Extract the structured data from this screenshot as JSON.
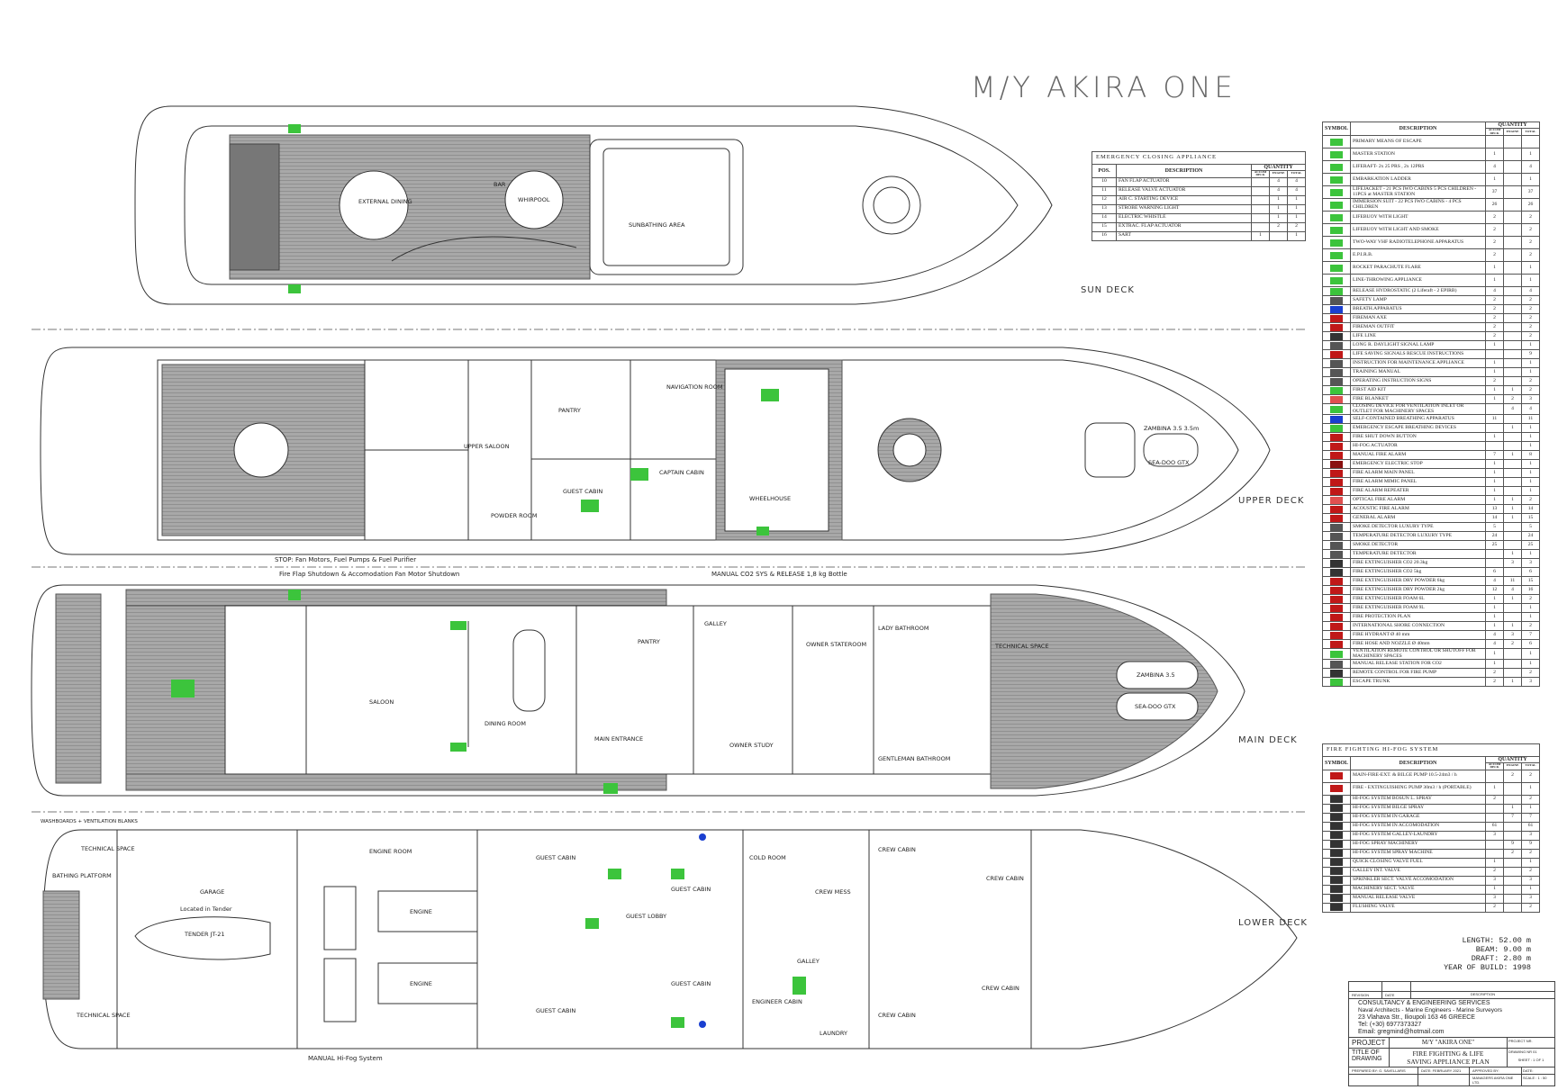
{
  "title": "M/Y AKIRA ONE",
  "decks": {
    "sun": {
      "label": "SUN DECK",
      "rooms": [
        "EXTERNAL DINING",
        "BAR",
        "WHIRPOOL",
        "SUNBATHING AREA"
      ]
    },
    "upper": {
      "label": "UPPER DECK",
      "rooms": [
        "UPPER SALOON",
        "PANTRY",
        "NAVIGATION ROOM",
        "POWDER ROOM",
        "GUEST CABIN",
        "CAPTAIN CABIN",
        "WHEELHOUSE",
        "ZAMBINA 3.5 3.5m",
        "SEA-DOO GTX"
      ]
    },
    "main": {
      "label": "MAIN DECK",
      "rooms": [
        "SALOON",
        "DINING ROOM",
        "GALLEY",
        "PANTRY",
        "MAIN ENTRANCE",
        "OWNER STATEROOM",
        "LADY BATHROOM",
        "OWNER STUDY",
        "GENTLEMAN BATHROOM",
        "TECHNICAL SPACE",
        "ZAMBINA 3.5",
        "SEA-DOO GTX"
      ]
    },
    "lower": {
      "label": "LOWER DECK",
      "rooms": [
        "TECHNICAL SPACE",
        "BATHING PLATFORM",
        "GARAGE",
        "TENDER JT-21",
        "Located in Tender",
        "ENGINE ROOM",
        "ENGINE",
        "ENGINE",
        "GUEST CABIN",
        "GUEST LOBBY",
        "GUEST CABIN",
        "GUEST CABIN",
        "GUEST CABIN",
        "COLD ROOM",
        "CREW MESS",
        "CREW CABIN",
        "CREW CABIN",
        "CREW CABIN",
        "CREW CABIN",
        "GALLEY",
        "ENGINEER CABIN",
        "LAUNDRY",
        "TECHNICAL SPACE"
      ]
    }
  },
  "notes": {
    "stop_1": "STOP: Fan Motors, Fuel Pumps & Fuel Purifier",
    "stop_2": "Fire Flap Shutdown & Accomodation Fan Motor Shutdown",
    "co2": "MANUAL CO2 SYS & RELEASE 1,8 kg Bottle",
    "hifog": "MANUAL Hi-Fog System",
    "washboards": "WASHBOARDS + VENTILATION BLANKS"
  },
  "emergency_closing": {
    "title": "EMERGENCY CLOSING APPLIANCE",
    "headers": {
      "pos": "POS.",
      "description": "DESCRIPTION",
      "quantity": "QUANTITY",
      "accom": "ACCOM DECK",
      "engine": "ENGINE",
      "total": "TOTAL"
    },
    "rows": [
      {
        "pos": "10",
        "desc": "FAN FLAP ACTUATOR",
        "accom": "",
        "engine": "4",
        "total": "4"
      },
      {
        "pos": "11",
        "desc": "RELEASE VALVE ACTUATOR",
        "accom": "",
        "engine": "4",
        "total": "4"
      },
      {
        "pos": "12",
        "desc": "AIR C. STARTING DEVICE",
        "accom": "",
        "engine": "1",
        "total": "1"
      },
      {
        "pos": "13",
        "desc": "STROBE WARNING LIGHT",
        "accom": "",
        "engine": "1",
        "total": "1"
      },
      {
        "pos": "14",
        "desc": "ELECTRIC WHISTLE",
        "accom": "",
        "engine": "1",
        "total": "1"
      },
      {
        "pos": "15",
        "desc": "EXTRAC. FLAP ACTUATOR",
        "accom": "",
        "engine": "2",
        "total": "2"
      },
      {
        "pos": "16",
        "desc": "SART",
        "accom": "1",
        "engine": "",
        "total": "1"
      }
    ]
  },
  "legend": {
    "headers": {
      "symbol": "SYMBOL",
      "description": "DESCRIPTION",
      "quantity": "QUANTITY",
      "accom": "ACCOM DECK",
      "engine": "ENGINE",
      "total": "TOTAL"
    },
    "rows": [
      {
        "icon": "escape-arrow-icon",
        "color": "#3cc43c",
        "desc": "PRIMARY MEANS OF ESCAPE",
        "accom": "",
        "engine": "",
        "total": ""
      },
      {
        "icon": "master-station-icon",
        "color": "#3cc43c",
        "desc": "MASTER STATION",
        "accom": "1",
        "engine": "",
        "total": "1"
      },
      {
        "icon": "liferaft-icon",
        "color": "#3cc43c",
        "desc": "LIFERAFT- 2x 25 PRS , 2x 12PRS",
        "accom": "4",
        "engine": "",
        "total": "4"
      },
      {
        "icon": "embarkation-ladder-icon",
        "color": "#3cc43c",
        "desc": "EMBARKATION LADDER",
        "accom": "1",
        "engine": "",
        "total": "1"
      },
      {
        "icon": "lifejacket-icon",
        "color": "#3cc43c",
        "desc": "LIFEJACKET - 21 PCS IWO CABINS 5 PCS CHILDREN - 11PCS at MASTER STATION",
        "accom": "37",
        "engine": "",
        "total": "37"
      },
      {
        "icon": "immersion-suit-icon",
        "color": "#3cc43c",
        "desc": "IMMERSION SUIT - 22 PCS IWO CABINS - 4 PCS CHILDREN",
        "accom": "26",
        "engine": "",
        "total": "26"
      },
      {
        "icon": "lifebuoy-light-icon",
        "color": "#3cc43c",
        "desc": "LIFEBUOY WITH LIGHT",
        "accom": "2",
        "engine": "",
        "total": "2"
      },
      {
        "icon": "lifebuoy-smoke-icon",
        "color": "#3cc43c",
        "desc": "LIFEBUOY WITH LIGHT AND SMOKE",
        "accom": "2",
        "engine": "",
        "total": "2"
      },
      {
        "icon": "vhf-radio-icon",
        "color": "#3cc43c",
        "desc": "TWO-WAY VHF RADIOTELEPHONE APPARATUS",
        "accom": "2",
        "engine": "",
        "total": "2"
      },
      {
        "icon": "epirb-icon",
        "color": "#3cc43c",
        "desc": "E.P.I.R.B.",
        "accom": "2",
        "engine": "",
        "total": "2"
      },
      {
        "icon": "rocket-flare-icon",
        "color": "#3cc43c",
        "desc": "ROCKET PARACHUTE FLARE",
        "accom": "1",
        "engine": "",
        "total": "1"
      },
      {
        "icon": "line-throwing-icon",
        "color": "#3cc43c",
        "desc": "LINE-THROWING APPLIANCE",
        "accom": "1",
        "engine": "",
        "total": "1"
      },
      {
        "icon": "release-hydrostatic-icon",
        "color": "#3cc43c",
        "desc": "RELEASE HYDROSTATIC (2 Liferaft - 2 EPIRB)",
        "accom": "4",
        "engine": "",
        "total": "4"
      },
      {
        "icon": "safety-lamp-icon",
        "color": "#555555",
        "desc": "SAFETY LAMP",
        "accom": "2",
        "engine": "",
        "total": "2"
      },
      {
        "icon": "breathing-apparatus-icon",
        "color": "#1a3fd0",
        "desc": "BREATH.APPARATUS",
        "accom": "2",
        "engine": "",
        "total": "2"
      },
      {
        "icon": "fireman-axe-icon",
        "color": "#c01818",
        "desc": "FIREMAN AXE",
        "accom": "2",
        "engine": "",
        "total": "2"
      },
      {
        "icon": "fireman-outfit-icon",
        "color": "#c01818",
        "desc": "FIREMAN OUTFIT",
        "accom": "2",
        "engine": "",
        "total": "2"
      },
      {
        "icon": "life-line-icon",
        "color": "#333333",
        "desc": "LIFE LINE",
        "accom": "2",
        "engine": "",
        "total": "2"
      },
      {
        "icon": "signal-lamp-icon",
        "color": "#555555",
        "desc": "LONG R. DAYLIGHT SIGNAL LAMP",
        "accom": "1",
        "engine": "",
        "total": "1"
      },
      {
        "icon": "rescue-instructions-icon",
        "color": "#c01818",
        "desc": "LIFE SAVING SIGNALS RESCUE INSTRUCTIONS",
        "accom": "",
        "engine": "",
        "total": "9"
      },
      {
        "icon": "maintenance-instruction-icon",
        "color": "#555555",
        "desc": "INSTRUCTION FOR MAINTENANCE APPLIANCE",
        "accom": "1",
        "engine": "",
        "total": "1"
      },
      {
        "icon": "training-manual-icon",
        "color": "#555555",
        "desc": "TRAINING MANUAL",
        "accom": "1",
        "engine": "",
        "total": "1"
      },
      {
        "icon": "operating-signs-icon",
        "color": "#555555",
        "desc": "OPERATING INSTRUCTION SIGNS",
        "accom": "2",
        "engine": "",
        "total": "2"
      },
      {
        "icon": "first-aid-icon",
        "color": "#3cc43c",
        "desc": "FIRST AID KIT",
        "accom": "1",
        "engine": "1",
        "total": "2"
      },
      {
        "icon": "fire-blanket-icon",
        "color": "#e05050",
        "desc": "FIRE BLANKET",
        "accom": "1",
        "engine": "2",
        "total": "3"
      },
      {
        "icon": "ventilation-closing-icon",
        "color": "#3cc43c",
        "desc": "CLOSING DEVICE FOR VENTILATION INLET OR OUTLET FOR MACHINERY SPACES",
        "accom": "",
        "engine": "4",
        "total": "4"
      },
      {
        "icon": "scba-icon",
        "color": "#1a3fd0",
        "desc": "SELF-CONTAINED BREATHING APPARATUS",
        "accom": "11",
        "engine": "",
        "total": "11"
      },
      {
        "icon": "eebd-icon",
        "color": "#3cc43c",
        "desc": "EMERGENCY ESCAPE BREATHING DEVICES",
        "accom": "",
        "engine": "1",
        "total": "1"
      },
      {
        "icon": "fire-shutdown-button-icon",
        "color": "#c01818",
        "desc": "FIRE SHUT DOWN BUTTON",
        "accom": "1",
        "engine": "",
        "total": "1"
      },
      {
        "icon": "hifog-actuator-icon",
        "color": "#c01818",
        "desc": "HI-FOG ACTUATOR",
        "accom": "",
        "engine": "",
        "total": "1"
      },
      {
        "icon": "manual-fire-alarm-icon",
        "color": "#c01818",
        "desc": "MANUAL FIRE ALARM",
        "accom": "7",
        "engine": "1",
        "total": "8"
      },
      {
        "icon": "emergency-stop-icon",
        "color": "#8a1010",
        "desc": "EMERGENCY ELECTRIC STOP",
        "accom": "1",
        "engine": "",
        "total": "1"
      },
      {
        "icon": "alarm-main-panel-icon",
        "color": "#c01818",
        "desc": "FIRE ALARM MAIN PANEL",
        "accom": "1",
        "engine": "",
        "total": "1"
      },
      {
        "icon": "alarm-mimic-panel-icon",
        "color": "#c01818",
        "desc": "FIRE ALARM MIMIC PANEL",
        "accom": "1",
        "engine": "",
        "total": "1"
      },
      {
        "icon": "alarm-repeater-icon",
        "color": "#c01818",
        "desc": "FIRE ALARM REPEATER",
        "accom": "1",
        "engine": "",
        "total": "1"
      },
      {
        "icon": "optical-alarm-icon",
        "color": "#e05050",
        "desc": "OPTICAL FIRE ALARM",
        "accom": "1",
        "engine": "1",
        "total": "2"
      },
      {
        "icon": "acoustic-alarm-icon",
        "color": "#c01818",
        "desc": "ACOUSTIC FIRE ALARM",
        "accom": "13",
        "engine": "1",
        "total": "14"
      },
      {
        "icon": "general-alarm-icon",
        "color": "#c01818",
        "desc": "GENERAL ALARM",
        "accom": "14",
        "engine": "1",
        "total": "15"
      },
      {
        "icon": "smoke-detector-lux-icon",
        "color": "#555555",
        "desc": "SMOKE DETECTOR LUXURY TYPE",
        "accom": "5",
        "engine": "",
        "total": "5"
      },
      {
        "icon": "temp-detector-lux-icon",
        "color": "#555555",
        "desc": "TEMPERATURE DETECTOR LUXURY TYPE",
        "accom": "24",
        "engine": "",
        "total": "24"
      },
      {
        "icon": "smoke-detector-icon",
        "color": "#555555",
        "desc": "SMOKE DETECTOR",
        "accom": "25",
        "engine": "",
        "total": "25"
      },
      {
        "icon": "temp-detector-icon",
        "color": "#555555",
        "desc": "TEMPERATURE DETECTOR",
        "accom": "",
        "engine": "1",
        "total": "1"
      },
      {
        "icon": "extinguisher-co2-20-icon",
        "color": "#333333",
        "desc": "FIRE EXTINGUISHER CO2 20.3kg",
        "accom": "",
        "engine": "3",
        "total": "3"
      },
      {
        "icon": "extinguisher-co2-5-icon",
        "color": "#333333",
        "desc": "FIRE EXTINGUISHER CO2 5kg",
        "accom": "6",
        "engine": "",
        "total": "6"
      },
      {
        "icon": "extinguisher-powder-6-icon",
        "color": "#c01818",
        "desc": "FIRE EXTINGUISHER DRY POWDER 6kg",
        "accom": "4",
        "engine": "11",
        "total": "15"
      },
      {
        "icon": "extinguisher-powder-2-icon",
        "color": "#c01818",
        "desc": "FIRE EXTINGUISHER DRY POWDER 2kg",
        "accom": "12",
        "engine": "4",
        "total": "16"
      },
      {
        "icon": "extinguisher-foam-6-icon",
        "color": "#c01818",
        "desc": "FIRE EXTINGUISHER FOAM 6L",
        "accom": "1",
        "engine": "1",
        "total": "2"
      },
      {
        "icon": "extinguisher-foam-9-icon",
        "color": "#c01818",
        "desc": "FIRE EXTINGUISHER FOAM 9L",
        "accom": "1",
        "engine": "",
        "total": "1"
      },
      {
        "icon": "fire-protection-plan-icon",
        "color": "#c01818",
        "desc": "FIRE PROTECTION PLAN",
        "accom": "1",
        "engine": "",
        "total": "1"
      },
      {
        "icon": "shore-connection-icon",
        "color": "#c01818",
        "desc": "INTERNATIONAL SHORE CONNECTION",
        "accom": "1",
        "engine": "1",
        "total": "2"
      },
      {
        "icon": "fire-hydrant-icon",
        "color": "#c01818",
        "desc": "FIRE HYDRANT Ø 40 mm",
        "accom": "4",
        "engine": "3",
        "total": "7"
      },
      {
        "icon": "fire-hose-icon",
        "color": "#c01818",
        "desc": "FIRE HOSE AND NOZZLE Ø 40mm",
        "accom": "4",
        "engine": "2",
        "total": "6"
      },
      {
        "icon": "ventilation-remote-icon",
        "color": "#3cc43c",
        "desc": "VENTILATION REMOTE CONTROL OR SHUTOFF FOR MACHINERY SPACES",
        "accom": "1",
        "engine": "",
        "total": "1"
      },
      {
        "icon": "co2-release-station-icon",
        "color": "#555555",
        "desc": "MANUAL RELEASE STATION FOR CO2",
        "accom": "1",
        "engine": "",
        "total": "1"
      },
      {
        "icon": "fire-pump-remote-icon",
        "color": "#333333",
        "desc": "REMOTE CONTROL FOR FIRE PUMP",
        "accom": "2",
        "engine": "",
        "total": "2"
      },
      {
        "icon": "escape-trunk-icon",
        "color": "#3cc43c",
        "desc": "ESCAPE TRUNK",
        "accom": "2",
        "engine": "1",
        "total": "3"
      }
    ]
  },
  "hifog": {
    "title": "FIRE FIGHTING HI-FOG SYSTEM",
    "headers": {
      "symbol": "SYMBOL",
      "description": "DESCRIPTION",
      "quantity": "QUANTITY",
      "accom": "ACCOM DECK",
      "engine": "ENGINE",
      "total": "TOTAL"
    },
    "rows": [
      {
        "icon": "bilge-pump-icon",
        "color": "#c01818",
        "desc": "MAIN-FIRE-EXT. & BILGE PUMP 10.5-24m3 / h",
        "accom": "",
        "engine": "2",
        "total": "2"
      },
      {
        "icon": "portable-pump-icon",
        "color": "#c01818",
        "desc": "FIRE - EXTINGUISHING PUMP 30m3 / h (PORTABLE)",
        "accom": "1",
        "engine": "",
        "total": "1"
      },
      {
        "icon": "spray-icon",
        "color": "#333333",
        "desc": "HI-FOG SYSTEM BOSUN L. SPRAY",
        "accom": "2",
        "engine": "",
        "total": "2"
      },
      {
        "icon": "spray-icon",
        "color": "#333333",
        "desc": "HI-FOG SYSTEM BILGE SPRAY",
        "accom": "",
        "engine": "1",
        "total": "1"
      },
      {
        "icon": "spray-icon",
        "color": "#333333",
        "desc": "HI-FOG SYSTEM IN GARAGE",
        "accom": "",
        "engine": "7",
        "total": "7"
      },
      {
        "icon": "spray-icon",
        "color": "#333333",
        "desc": "HI-FOG SYSTEM IN ACCOMODATION",
        "accom": "61",
        "engine": "",
        "total": "61"
      },
      {
        "icon": "spray-icon",
        "color": "#333333",
        "desc": "HI-FOG SYSTEM GALLEY-LAUNDRY",
        "accom": "3",
        "engine": "",
        "total": "3"
      },
      {
        "icon": "spray-icon",
        "color": "#333333",
        "desc": "HI-FOG SPRAY MACHINERY",
        "accom": "",
        "engine": "9",
        "total": "9"
      },
      {
        "icon": "spray-icon",
        "color": "#333333",
        "desc": "HI-FOG SYSTEM SPRAY MACHINE",
        "accom": "",
        "engine": "2",
        "total": "2"
      },
      {
        "icon": "valve-icon",
        "color": "#333333",
        "desc": "QUICK CLOSING VALVE FUEL",
        "accom": "1",
        "engine": "",
        "total": "1"
      },
      {
        "icon": "valve-icon",
        "color": "#333333",
        "desc": "GALLEY INT. VALVE",
        "accom": "2",
        "engine": "",
        "total": "2"
      },
      {
        "icon": "valve-icon",
        "color": "#333333",
        "desc": "SPRINKLER SECT. VALVE ACCOMODATION",
        "accom": "3",
        "engine": "",
        "total": "3"
      },
      {
        "icon": "valve-icon",
        "color": "#333333",
        "desc": "MACHINERY SECT. VALVE",
        "accom": "1",
        "engine": "",
        "total": "1"
      },
      {
        "icon": "valve-icon",
        "color": "#333333",
        "desc": "MANUAL RELEASE VALVE",
        "accom": "3",
        "engine": "",
        "total": "3"
      },
      {
        "icon": "valve-icon",
        "color": "#333333",
        "desc": "FLUSHING VALVE",
        "accom": "2",
        "engine": "",
        "total": "2"
      }
    ]
  },
  "dimensions": {
    "length": "LENGTH: 52.00 m",
    "beam": "BEAM: 9.00 m",
    "draft": "DRAFT: 2.80 m",
    "year": "YEAR OF BUILD: 1998"
  },
  "title_block": {
    "revision": "REVISION",
    "date": "DATE",
    "description": "DESCRIPTION",
    "company": "CONSULTANCY & ENGINEERING SERVICES",
    "company_sub": "Naval Architects - Marine Engineers - Marine Surveyors",
    "address": "23 Vlahava Str., Ilioupoli 163 46 GREECE",
    "tel": "Tel: (+30) 6977373327",
    "email": "Email: gregmind@hotmail.com",
    "project_label": "PROJECT",
    "project": "M/Y \"AKIRA ONE\"",
    "project_nr": "PROJECT NR.",
    "title_label": "TITLE OF DRAWING",
    "drawing_title_1": "FIRE FIGHTING & LIFE",
    "drawing_title_2": "SAVING APPLIANCE PLAN",
    "drawing_nr": "DRAWING NR 01",
    "sheet": "SHEET : 1 OF 1",
    "prepared": "PREPARED BY: G. SAVELLARIS",
    "date_value": "DATE: FEBRUARY 2021",
    "approved": "APPROVED BY:",
    "date_label": "DATE:",
    "managers": "MANAGERS AKIRA ONE LTD.",
    "scale": "SCALE : 1 : 50"
  },
  "colors": {
    "safety_green": "#3cc43c",
    "fire_red": "#c01818",
    "teak": "#9a9a9a",
    "line": "#333333"
  }
}
